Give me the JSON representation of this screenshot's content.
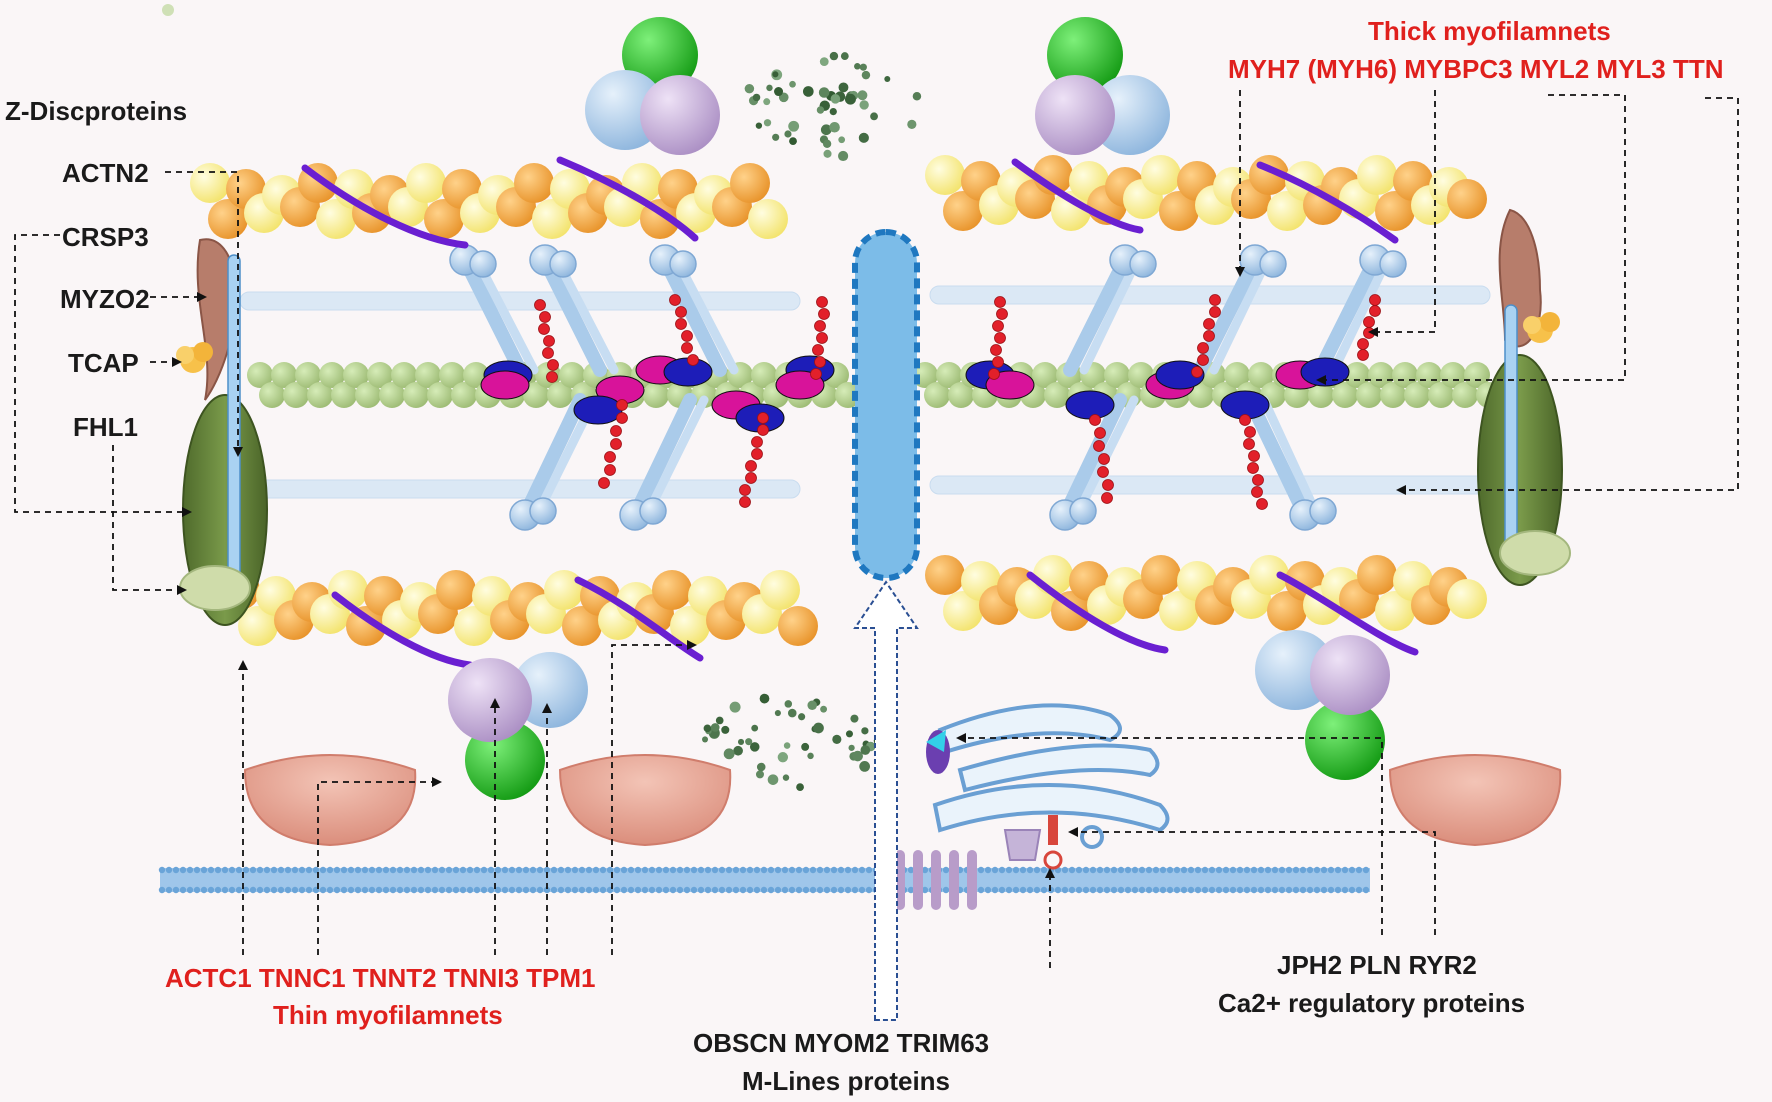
{
  "z_disc": {
    "title": "Z-Discproteins",
    "items": [
      "ACTN2",
      "CRSP3",
      "MYZO2",
      "TCAP",
      "FHL1"
    ]
  },
  "thick": {
    "title": "Thick myofilamnets",
    "genes": "MYH7 (MYH6) MYBPC3 MYL2 MYL3 TTN"
  },
  "thin": {
    "genes": "ACTC1 TNNC1 TNNT2 TNNI3 TPM1",
    "title": "Thin myofilamnets"
  },
  "m_lines": {
    "genes": "OBSCN MYOM2 TRIM63",
    "title": "M-Lines proteins"
  },
  "calcium": {
    "genes": "JPH2 PLN RYR2",
    "title": "Ca2+ regulatory proteins"
  },
  "colors": {
    "label_black": "#1a1a1a",
    "label_red": "#e0201d",
    "actin_yellow": "#fbf08a",
    "actin_orange": "#f4a743",
    "tropomyosin": "#6a1fd1",
    "myosin_head": "#aacbea",
    "thick_core": "#b3cc8d",
    "light_chain": "#e2202a",
    "m_line": "#8fc4ea",
    "troponin_green": "#20c020",
    "troponin_purple": "#c2a9d6",
    "troponin_blue": "#a9c9e8",
    "mitochondria": "#e9a796",
    "membrane": "#6aa4d8"
  }
}
